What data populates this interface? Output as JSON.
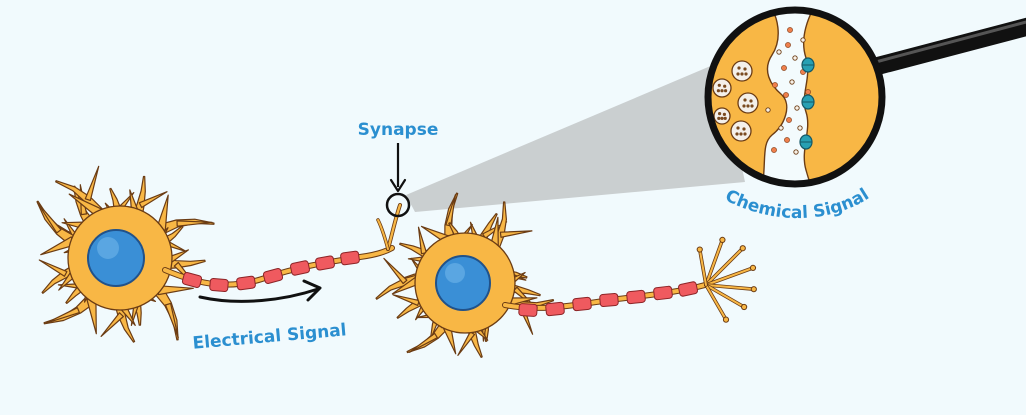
{
  "labels": {
    "synapse": "Synapse",
    "electrical_signal": "Electrical Signal",
    "chemical_signal": "Chemical Signal"
  },
  "colors": {
    "background": "#f1fafd",
    "cell_body": "#f8b745",
    "outline": "#6b3c14",
    "nucleus": "#3a8fd6",
    "myelin": "#ef5a5f",
    "label": "#2b8fd0",
    "magnifier_beam": "#bfc3c4",
    "receptor": "#27a0b3"
  },
  "icons": {
    "magnifier": "magnifying-glass-icon",
    "synapse_marker": "circle-marker-icon",
    "arrows": "arrow-icon"
  }
}
